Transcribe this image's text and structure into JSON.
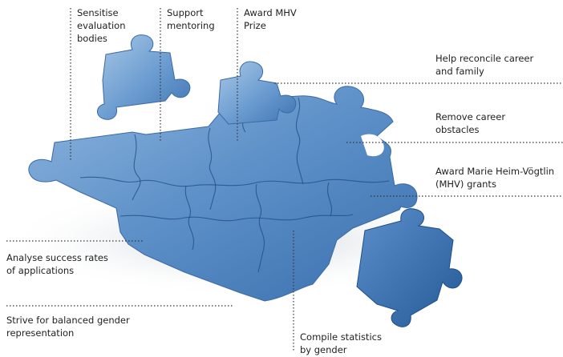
{
  "colors": {
    "piece_light": "#a9c8e6",
    "piece_mid": "#5f92c9",
    "piece_dark": "#2a5f9c",
    "seam": "#1d4a80",
    "leader": "#333333",
    "text": "#1f1f1f"
  },
  "labels": {
    "sensitise": [
      "Sensitise",
      "evaluation",
      "bodies"
    ],
    "mentoring": [
      "Support",
      "mentoring"
    ],
    "mhv_prize": [
      "Award MHV",
      "Prize"
    ],
    "career_family": [
      "Help reconcile career",
      "and family"
    ],
    "career_obstacles": [
      "Remove career",
      "obstacles"
    ],
    "mhv_grants": [
      "Award Marie Heim-Vögtlin",
      "(MHV) grants"
    ],
    "success_rates": [
      "Analyse success rates",
      "of applications"
    ],
    "gender_representation": [
      "Strive for balanced gender",
      "representation"
    ],
    "statistics": [
      "Compile statistics",
      "by gender"
    ]
  }
}
